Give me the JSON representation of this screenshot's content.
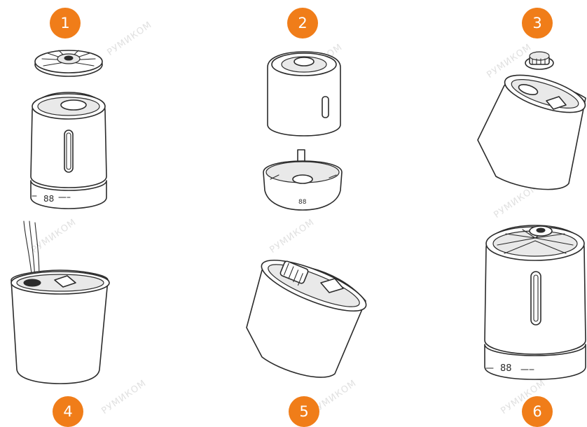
{
  "colors": {
    "accent": "#f07d19",
    "line": "#2b2b2b",
    "watermark": "#d9d9d9"
  },
  "watermark": "РУМИКОМ",
  "device_display": {
    "digits": "88"
  },
  "steps": [
    {
      "number": "1"
    },
    {
      "number": "2"
    },
    {
      "number": "3"
    },
    {
      "number": "4"
    },
    {
      "number": "5"
    },
    {
      "number": "6"
    }
  ]
}
